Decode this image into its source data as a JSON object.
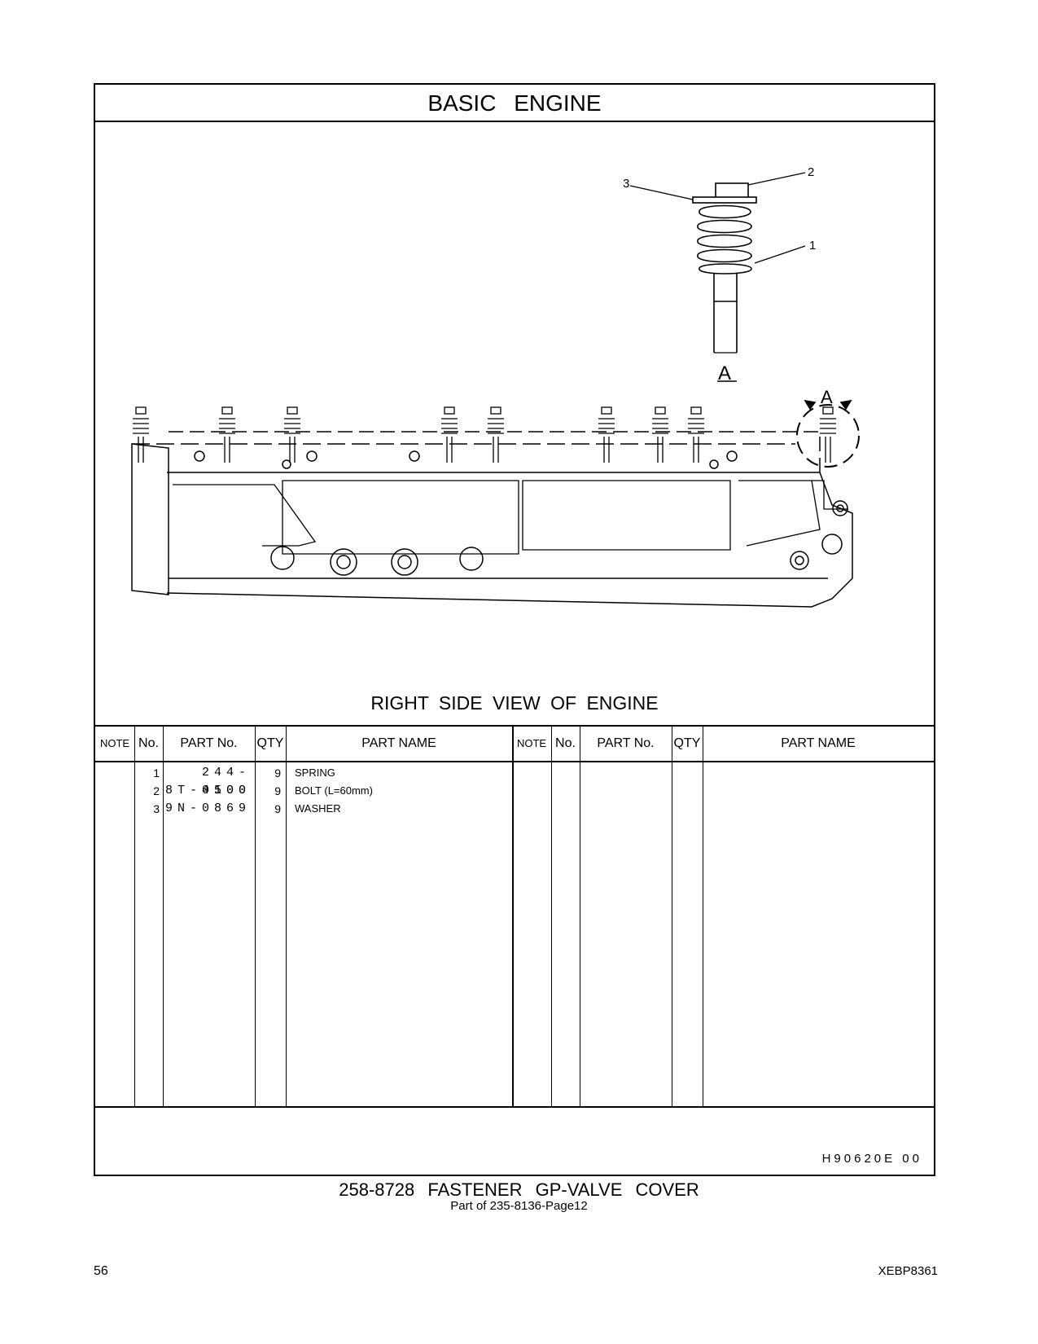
{
  "section_title": "BASIC   ENGINE",
  "view_caption": "RIGHT  SIDE  VIEW  OF  ENGINE",
  "callouts": {
    "c1": "1",
    "c2": "2",
    "c3": "3",
    "detail": "A",
    "view_marker": "A"
  },
  "table": {
    "headers": {
      "note": "NOTE",
      "no": "No.",
      "part_no": "PART No.",
      "qty": "QTY",
      "part_name": "PART NAME"
    },
    "rows": [
      {
        "no": "1",
        "part_no": "244-4500",
        "qty": "9",
        "part_name": "SPRING"
      },
      {
        "no": "2",
        "part_no": "8T-0100",
        "qty": "9",
        "part_name": "BOLT (L=60mm)"
      },
      {
        "no": "3",
        "part_no": "9N-0869",
        "qty": "9",
        "part_name": "WASHER"
      }
    ]
  },
  "figure_code": "H90620E    00",
  "group_name": "258-8728  FASTENER  GP-VALVE  COVER",
  "part_of": "Part of 235-8136-Page12",
  "page_number": "56",
  "document_number": "XEBP8361"
}
